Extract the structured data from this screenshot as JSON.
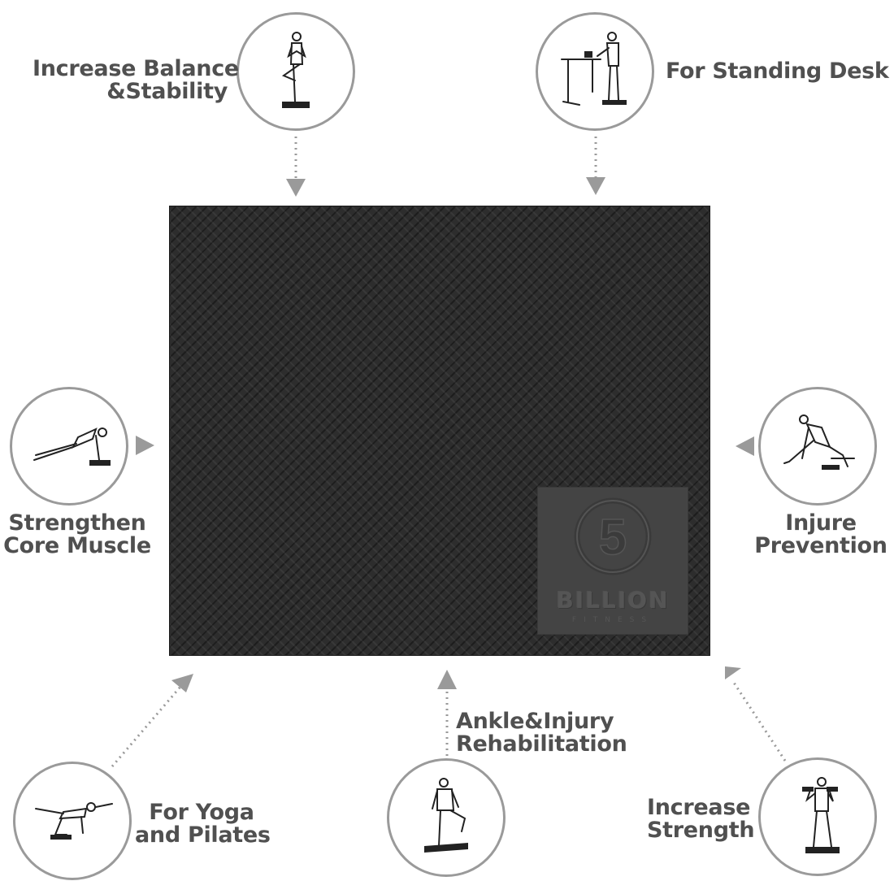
{
  "labels": {
    "balance": [
      "Increase Balance",
      "&Stability"
    ],
    "standing": [
      "For Standing Desk"
    ],
    "core": [
      "Strengthen",
      "Core Muscle"
    ],
    "injure": [
      "Injure",
      "Prevention"
    ],
    "yoga": [
      "For Yoga",
      "and Pilates"
    ],
    "ankle": [
      "Ankle&Injury",
      "Rehabilitation"
    ],
    "strength": [
      "Increase",
      "Strength"
    ]
  },
  "logo": {
    "number": "5",
    "brand": "BILLION",
    "sub": "FITNESS"
  },
  "icons": {
    "balance": "tree-pose-figure-icon",
    "standing": "standing-desk-figure-icon",
    "core": "side-plank-figure-icon",
    "injure": "kneeling-stretch-figure-icon",
    "yoga": "bird-dog-figure-icon",
    "ankle": "single-leg-stand-figure-icon",
    "strength": "dumbbell-curl-figure-icon"
  },
  "colors": {
    "mat": "#2d2d2d",
    "text": "#505050",
    "circle_border": "#9a9a9a",
    "arrow": "#9a9a9a"
  }
}
